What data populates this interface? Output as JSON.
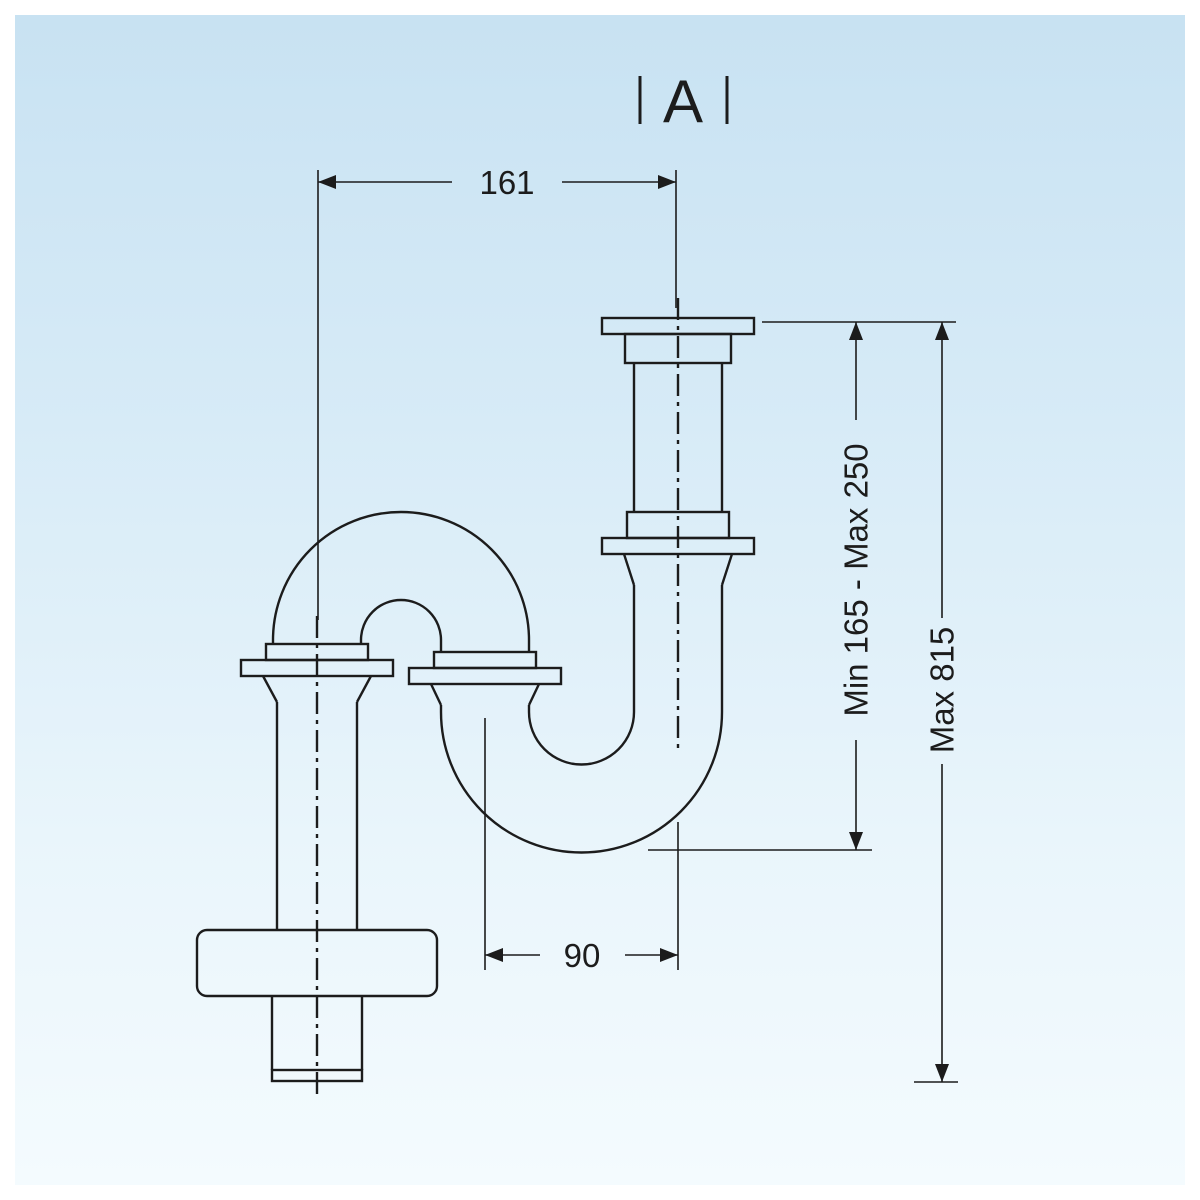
{
  "colors": {
    "line": "#1c1c1c",
    "background_top": "#c8e2f2",
    "background_bottom": "#f4fbfe",
    "frame": "#ffffff"
  },
  "section_label": {
    "text": "A"
  },
  "dimensions": {
    "width_top": "161",
    "width_bottom": "90",
    "height_inlet": "Min 165 - Max 250",
    "height_total": "Max 815"
  }
}
